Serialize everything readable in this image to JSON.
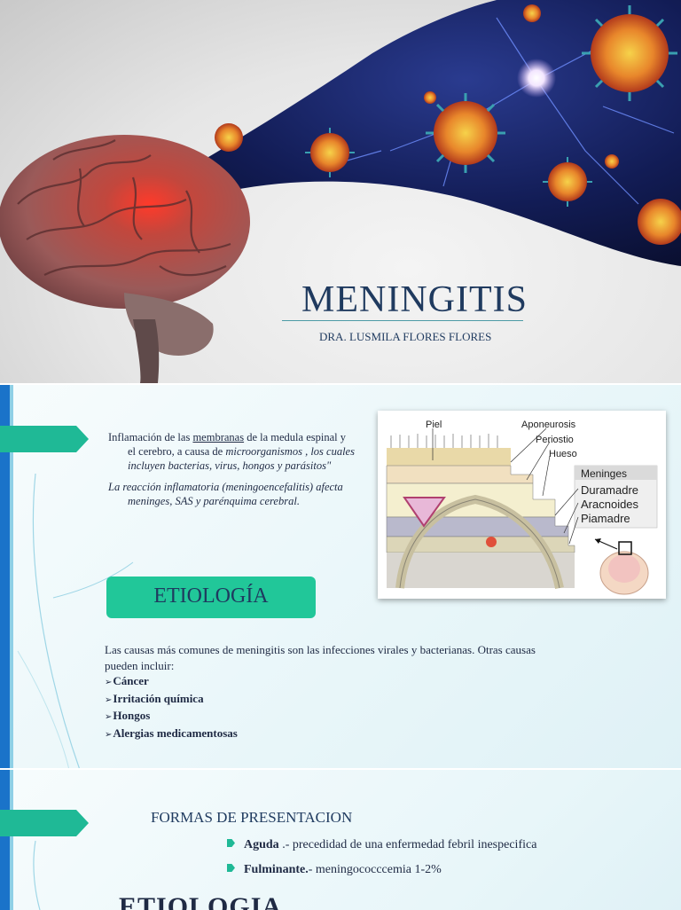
{
  "slide1": {
    "title": "MENINGITIS",
    "author": "DRA. LUSMILA FLORES FLORES"
  },
  "slide2": {
    "definition_pre": "Inflamación de las ",
    "definition_link": "membranas",
    "definition_post": " de la medula espinal y el cerebro, a causa de ",
    "definition_italic": "microorganismos , los cuales incluyen bacterias, virus, hongos y parásitos\"",
    "inflammatory_text": "La reacción inflamatoria (meningoencefalitis) afecta meninges, SAS y parénquima cerebral.",
    "diagram_labels": {
      "piel": "Piel",
      "aponeurosis": "Aponeurosis",
      "periostio": "Periostio",
      "hueso": "Hueso",
      "meninges": "Meninges",
      "duramadre": "Duramadre",
      "aracnoides": "Aracnoides",
      "piamadre": "Piamadre"
    },
    "section_heading": "ETIOLOGÍA",
    "causes_intro": "Las causas más comunes de meningitis son las infecciones virales y bacterianas. Otras causas pueden incluir:",
    "causes": [
      "Cáncer",
      "Irritación química",
      "Hongos",
      "Alergias medicamentosas"
    ]
  },
  "slide3": {
    "heading": "FORMAS DE PRESENTACION",
    "items": [
      {
        "label": "Aguda",
        "text": " .- precedidad de una enfermedad febril inespecifica"
      },
      {
        "label": "Fulminante.",
        "text": "- meningococccemia 1-2%"
      }
    ],
    "next_heading": "ETIOLOGIA"
  },
  "colors": {
    "accent_green": "#1fb996",
    "title_navy": "#1f3a5f",
    "side_bar_blue": "#1a73c9"
  },
  "icons": [
    "brain-illustration",
    "virus-illustration",
    "meninges-diagram"
  ]
}
